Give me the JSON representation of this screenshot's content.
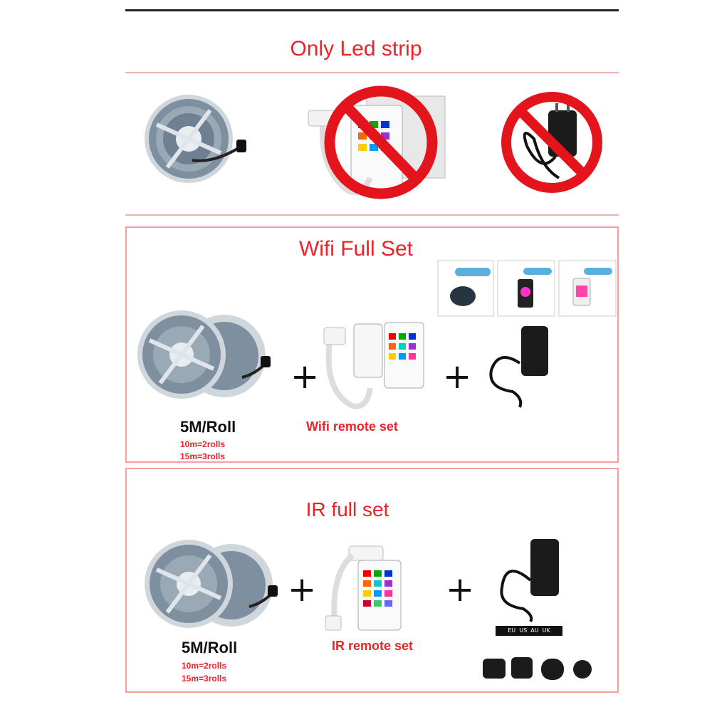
{
  "sections": {
    "only": {
      "title": "Only Led strip"
    },
    "wifi": {
      "title": "Wifi Full Set",
      "plus": "+",
      "roll_label": "5M/Roll",
      "roll_note_1": "10m=2rolls",
      "roll_note_2": "15m=3rolls",
      "remote_label": "Wifi remote set"
    },
    "ir": {
      "title": "IR full set",
      "plus": "+",
      "roll_label": "5M/Roll",
      "roll_note_1": "10m=2rolls",
      "roll_note_2": "15m=3rolls",
      "remote_label": "IR remote set",
      "plug_types": "EU  US  AU  UK"
    }
  },
  "colors": {
    "accent_red": "#e8232a",
    "frame_pink": "#f2a0a0",
    "prohibit_red": "#e3141b"
  }
}
